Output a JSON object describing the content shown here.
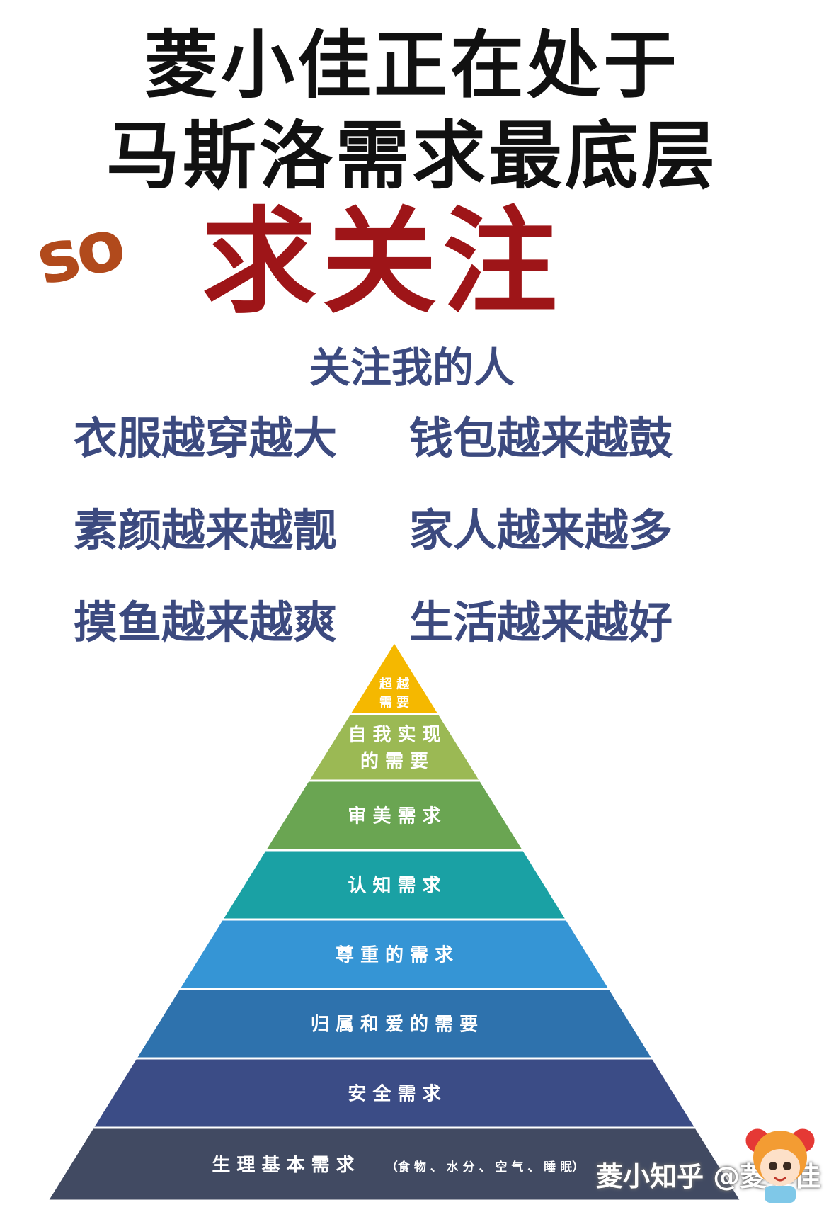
{
  "header": {
    "line1": "菱小佳正在处于",
    "line2": "马斯洛需求最底层",
    "so": "so",
    "cta": "求关注"
  },
  "benefits": {
    "heading": "关注我的人",
    "items": [
      "衣服越穿越大",
      "钱包越来越鼓",
      "素颜越来越靓",
      "家人越来越多",
      "摸鱼越来越爽",
      "生活越来越好"
    ]
  },
  "pyramid": {
    "levels": [
      {
        "lines": [
          "超 越",
          "需 要"
        ],
        "color": "#f5b800",
        "text_color": "#c8102e"
      },
      {
        "lines": [
          "自 我 实 现",
          "的 需 要"
        ],
        "color": "#9bb954"
      },
      {
        "lines": [
          "审 美 需 求"
        ],
        "color": "#6aa552"
      },
      {
        "lines": [
          "认 知 需 求"
        ],
        "color": "#1aa1a4"
      },
      {
        "lines": [
          "尊 重 的 需 求"
        ],
        "color": "#3595d5"
      },
      {
        "lines": [
          "归 属 和 爱 的 需 要"
        ],
        "color": "#2e72ad"
      },
      {
        "lines": [
          "安 全 需 求"
        ],
        "color": "#3b4c86"
      },
      {
        "lines": [
          "生 理 基 本 需 求"
        ],
        "small": "（食 物 、 水 分 、 空 气 、 睡 眠）",
        "color": "#414a62"
      }
    ]
  },
  "watermark": {
    "text": "菱小知乎 @菱小佳"
  }
}
